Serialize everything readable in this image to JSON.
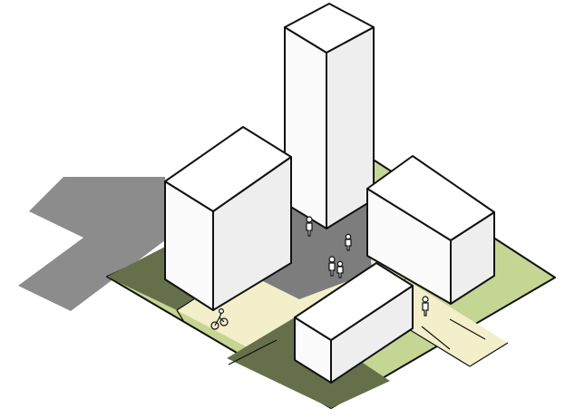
{
  "diagram": {
    "view": "isometric",
    "blocks": [
      {
        "id": "tower",
        "label": ""
      },
      {
        "id": "left-block",
        "label": ""
      },
      {
        "id": "right-block",
        "label": ""
      },
      {
        "id": "front-block",
        "label": ""
      }
    ],
    "figures": [
      "pedestrian",
      "pedestrian",
      "pedestrian",
      "pedestrian",
      "cyclist",
      "pedestrian"
    ],
    "colors": {
      "lawn": "#c5d594",
      "plaza": "#f3efcb",
      "shadow": "#8c8c8c",
      "shaded_lawn": "#65704a",
      "roof": "#ffffff",
      "face_light": "#fbfbfb",
      "face_dark": "#eeeeee",
      "outline": "#111111"
    }
  }
}
